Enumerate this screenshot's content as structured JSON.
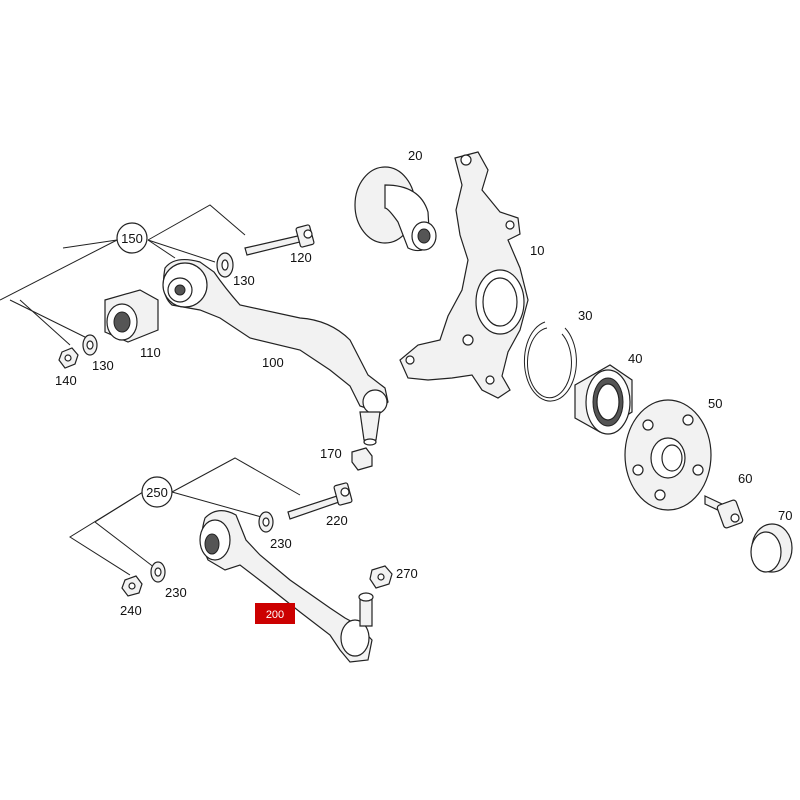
{
  "diagram": {
    "highlight_color": "#cc0000",
    "callouts": {
      "p10": "10",
      "p20": "20",
      "p30": "30",
      "p40": "40",
      "p50": "50",
      "p60": "60",
      "p70": "70",
      "p100": "100",
      "p110": "110",
      "p120": "120",
      "p130a": "130",
      "p130b": "130",
      "p140": "140",
      "p150": "150",
      "p170": "170",
      "p200": "200",
      "p220": "220",
      "p230a": "230",
      "p230b": "230",
      "p240": "240",
      "p250": "250",
      "p270": "270"
    }
  }
}
